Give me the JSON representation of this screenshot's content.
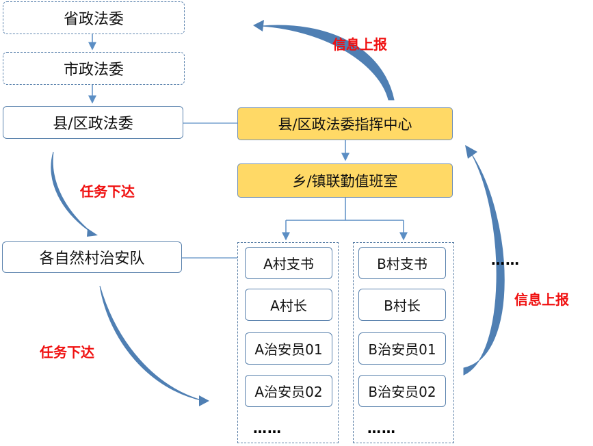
{
  "hierarchy": {
    "province": "省政法委",
    "city": "市政法委",
    "county": "县/区政法委",
    "village_team": "各自然村治安队"
  },
  "command": {
    "county_center": "县/区政法委指挥中心",
    "town_office": "乡/镇联勤值班室"
  },
  "village_a": {
    "items": [
      "A村支书",
      "A村长",
      "A治安员01",
      "A治安员02"
    ],
    "ellipsis": "……"
  },
  "village_b": {
    "items": [
      "B村支书",
      "B村长",
      "B治安员01",
      "B治安员02"
    ],
    "ellipsis": "……"
  },
  "more_villages": "……",
  "labels": {
    "report_top": "信息上报",
    "report_right": "信息上报",
    "task_mid": "任务下达",
    "task_bottom": "任务下达"
  },
  "colors": {
    "arrow": "#4f7fb3",
    "highlight": "#ffd966",
    "label_red": "#f01010"
  }
}
